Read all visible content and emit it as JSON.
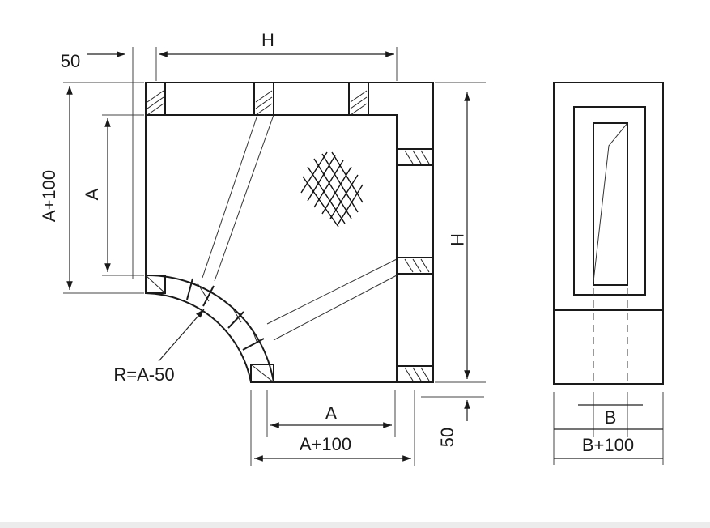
{
  "labels": {
    "top_width": "H",
    "top_offset": "50",
    "left_outer": "A+100",
    "left_inner": "A",
    "right_height": "H",
    "radius": "R=A-50",
    "bottom_inner": "A",
    "bottom_outer": "A+100",
    "bottom_offset": "50",
    "side_inner": "B",
    "side_outer": "B+100"
  },
  "colors": {
    "line": "#1a1a1a",
    "background": "#ffffff",
    "footer": "#ececec"
  }
}
